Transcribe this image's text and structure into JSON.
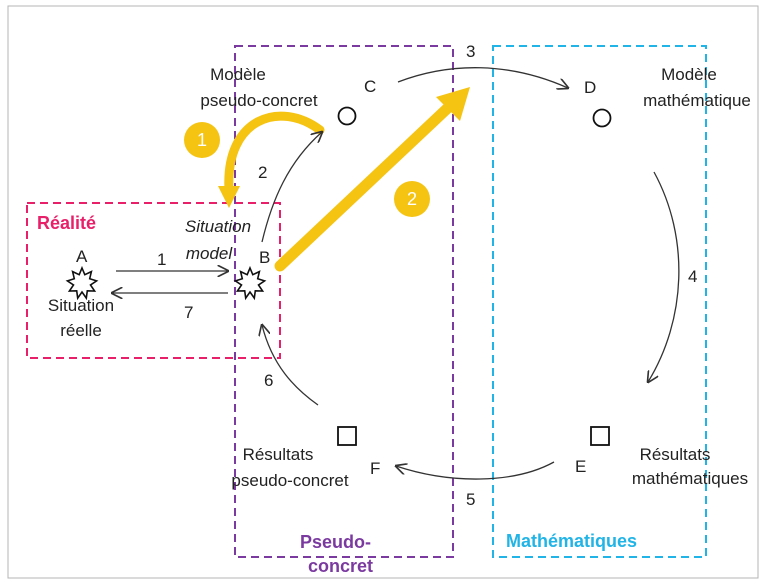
{
  "regions": {
    "realite": {
      "label": "Réalité",
      "color": "#e8206a"
    },
    "pseudo": {
      "label_line1": "Pseudo-",
      "label_line2": "concret",
      "color": "#7b3aa0"
    },
    "math": {
      "label": "Mathématiques",
      "color": "#21b4e6"
    }
  },
  "nodes": {
    "A": {
      "letter": "A",
      "line1": "Situation",
      "line2": "réelle"
    },
    "B": {
      "letter": "B",
      "line1": "Situation",
      "line2": "model"
    },
    "C": {
      "letter": "C",
      "line1": "Modèle",
      "line2": "pseudo-concret"
    },
    "D": {
      "letter": "D",
      "line1": "Modèle",
      "line2": "mathématique"
    },
    "E": {
      "letter": "E",
      "line1": "Résultats",
      "line2": "mathématiques"
    },
    "F": {
      "letter": "F",
      "line1": "Résultats",
      "line2": "pseudo-concret"
    }
  },
  "edges": [
    "1",
    "2",
    "3",
    "4",
    "5",
    "6",
    "7"
  ],
  "badges": [
    "1",
    "2"
  ],
  "colors": {
    "highlight": "#f5c312",
    "arrow": "#333333"
  }
}
